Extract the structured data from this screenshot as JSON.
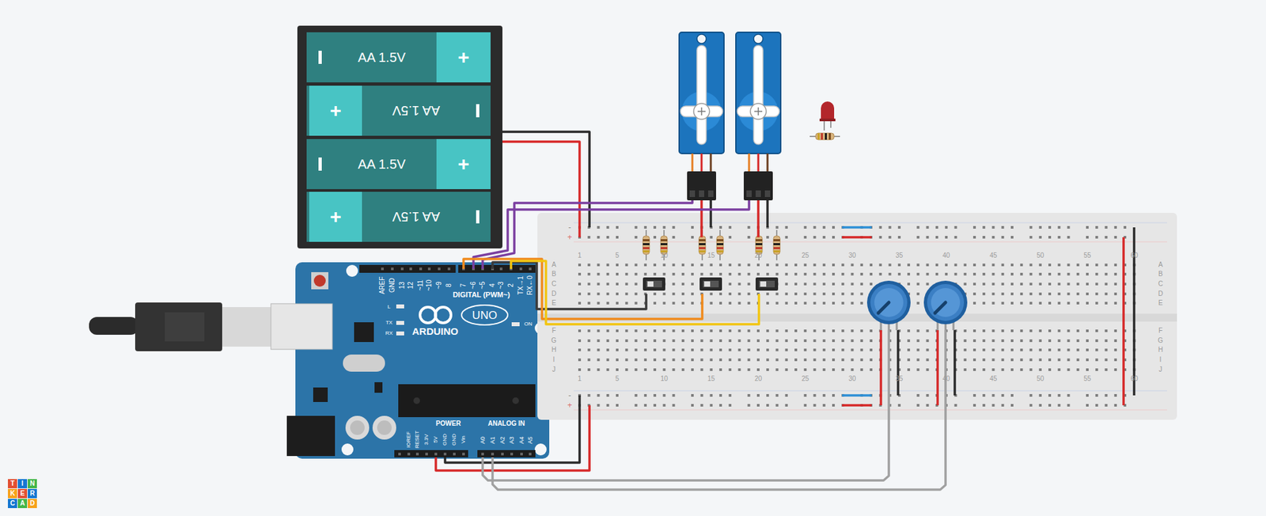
{
  "diagram": {
    "labels": [
      "AA 1.5V",
      "AA 1.5V",
      "AA 1.5V",
      "AA 1.5V",
      "+",
      "+",
      "+",
      "+",
      "AREF",
      "GND",
      "13",
      "12",
      "~11",
      "~10",
      "~9",
      "8",
      "7",
      "~6",
      "~5",
      "4",
      "~3",
      "2",
      "TX→1",
      "RX←0",
      "DIGITAL (PWM~)",
      "ARDUINO",
      "UNO",
      "L",
      "TX",
      "RX",
      "ON",
      "IOREF",
      "RESET",
      "3.3V",
      "5V",
      "GND",
      "GND",
      "Vin",
      "POWER",
      "ANALOG IN",
      "A0",
      "A1",
      "A2",
      "A3",
      "A4",
      "A5",
      "1",
      "5",
      "10",
      "15",
      "20",
      "25",
      "30",
      "35",
      "40",
      "45",
      "50",
      "55",
      "60",
      "1",
      "5",
      "10",
      "15",
      "20",
      "25",
      "30",
      "35",
      "40",
      "45",
      "50",
      "55",
      "60",
      "A",
      "B",
      "C",
      "D",
      "E",
      "F",
      "G",
      "H",
      "I",
      "J",
      "A",
      "B",
      "C",
      "D",
      "E",
      "F",
      "G",
      "H",
      "I",
      "J",
      "-",
      "+",
      "-",
      "+",
      "T",
      "I",
      "N",
      "K",
      "E",
      "R",
      "C",
      "A",
      "D"
    ]
  }
}
